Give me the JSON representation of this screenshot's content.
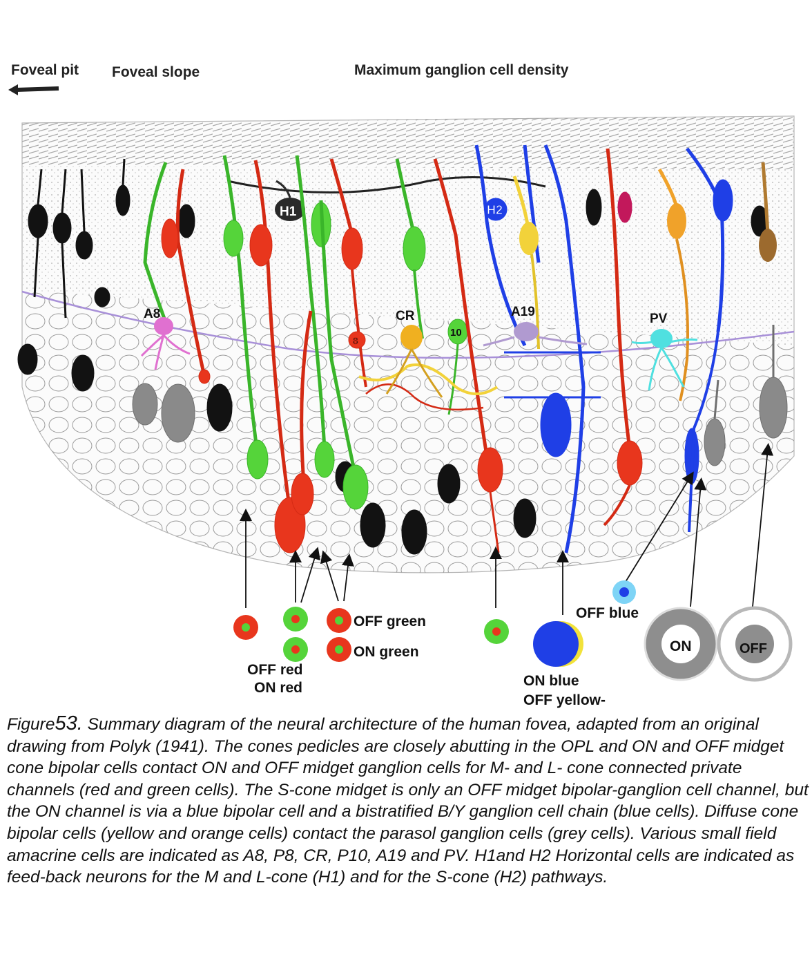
{
  "header": {
    "foveal_pit": "Foveal pit",
    "foveal_slope": "Foveal slope",
    "max_density": "Maximum ganglion cell density"
  },
  "cell_labels": {
    "h1": "H1",
    "h2": "H2",
    "a8": "A8",
    "p8": "8",
    "cr": "CR",
    "p10": "10",
    "a19": "A19",
    "pv": "PV"
  },
  "receptive_field_labels": {
    "off_green": "OFF green",
    "on_green": "ON green",
    "off_red": "OFF red",
    "on_red": "ON red",
    "off_blue": "OFF blue",
    "on_blue": "ON blue",
    "off_yellow": "OFF yellow-",
    "on": "ON",
    "off": "OFF"
  },
  "caption": {
    "figure_word": "Figure",
    "figure_number": "53.",
    "text": " Summary  diagram of the neural architecture of the human fovea, adapted from an original drawing from Polyk (1941). The cones pedicles are closely abutting in the OPL and ON and OFF midget cone bipolar cells contact ON and OFF midget ganglion cells for M- and L- cone connected private channels (red and green cells). The S-cone midget is only an OFF midget bipolar-ganglion cell channel, but the ON channel is via a blue bipolar cell and a bistratified B/Y ganglion cell chain (blue cells). Diffuse cone bipolar cells (yellow and orange cells) contact the parasol ganglion cells (grey cells). Various small field amacrine cells are indicated as A8, P8, CR, P10, A19 and PV. H1and H2 Horizontal cells are indicated as feed-back neurons for the M and L-cone (H1) and for the S-cone (H2) pathways."
  },
  "colors": {
    "red": "#e8361d",
    "green": "#55d43a",
    "blue": "#1f3fe6",
    "yellow": "#f2d23a",
    "orange": "#f0a22a",
    "grey": "#8e8e8e",
    "black": "#111111",
    "pink": "#e070d0",
    "lavender": "#b09ad0",
    "cyan": "#4fe0e0"
  }
}
